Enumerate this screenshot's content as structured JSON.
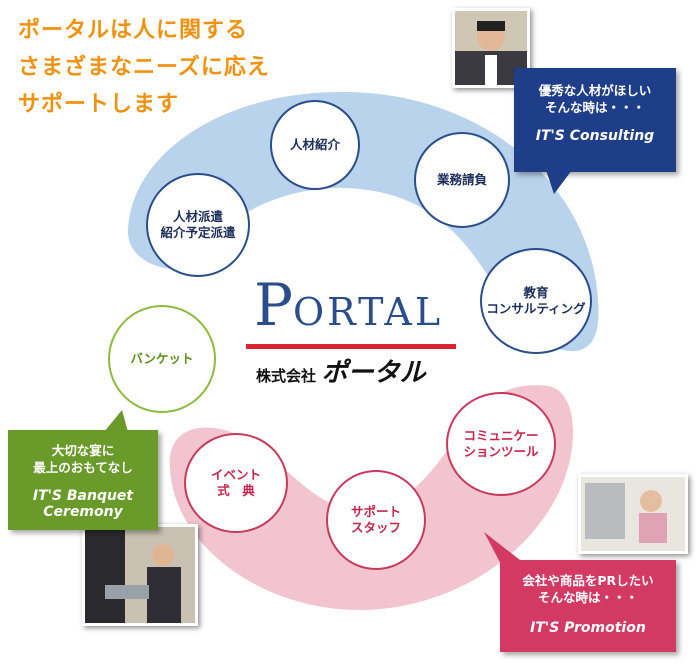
{
  "headline": [
    "ポータルは人に関する",
    "さまざまなニーズに応え",
    "サポートします"
  ],
  "logo": {
    "word_cap": "P",
    "word_rest": "ORTAL",
    "company_prefix": "株式会社",
    "company_name": "ポータル"
  },
  "blue_services": [
    "人材派遣\n紹介予定派遣",
    "人材紹介",
    "業務請負",
    "教育\nコンサルティング"
  ],
  "green_services": [
    "バンケット"
  ],
  "red_services": [
    "イベント\n式　典",
    "サポート\nスタッフ",
    "コミュニケー\nションツール"
  ],
  "bubbles": {
    "consulting": {
      "text": "優秀な人材がほしい\nそんな時は・・・",
      "brand": "IT'S Consulting"
    },
    "banquet": {
      "text": "大切な宴に\n最上のおもてなし",
      "brand": "IT'S Banquet\nCeremony"
    },
    "promotion": {
      "text": "会社や商品をPRしたい\nそんな時は・・・",
      "brand": "IT'S Promotion"
    }
  },
  "colors": {
    "orange": "#f0920f",
    "navy": "#1f3e8a",
    "green": "#6a9a2a",
    "pink": "#d33a63",
    "light_blue": "#b9d3ec",
    "light_pink": "#f2c4cf",
    "logo_blue": "#2a4e8c",
    "logo_red": "#d8252b"
  }
}
